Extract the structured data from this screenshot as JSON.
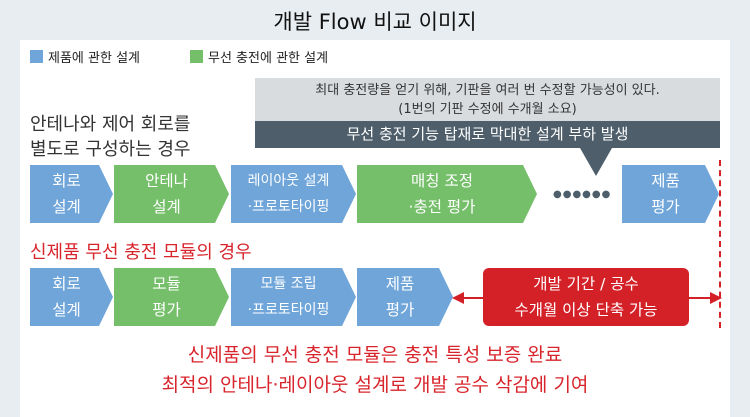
{
  "title": "개발 Flow 비교 이미지",
  "legend": [
    {
      "label": "제품에 관한 설계",
      "color": "#6fa5d9"
    },
    {
      "label": "무선 충전에 관한 설계",
      "color": "#76bf6a"
    }
  ],
  "callout": {
    "line1": "최대 충전량을 얻기 위해, 기판을 여러 번 수정할 가능성이 있다.",
    "line2": "(1번의 기판 수정에 수개월 소요)",
    "banner": "무선 충전 기능 탑재로 막대한 설계 부하 발생"
  },
  "row1": {
    "heading1": "안테나와 제어 회로를",
    "heading2": "별도로 구성하는 경우",
    "steps": [
      {
        "l1": "회로",
        "l2": "설계"
      },
      {
        "l1": "안테나",
        "l2": "설계"
      },
      {
        "l1": "레이아웃 설계",
        "l2": "·프로토타이핑"
      },
      {
        "l1": "매칭 조정",
        "l2": "·충전 평가"
      },
      {
        "l1": "제품",
        "l2": "평가"
      }
    ],
    "dots": "●●●●●●"
  },
  "row2": {
    "heading": "신제품 무선 충전 모듈의 경우",
    "steps": [
      {
        "l1": "회로",
        "l2": "설계"
      },
      {
        "l1": "모듈",
        "l2": "평가"
      },
      {
        "l1": "모듈 조립",
        "l2": "·프로토타이핑"
      },
      {
        "l1": "제품",
        "l2": "평가"
      }
    ],
    "result1": "개발 기간 / 공수",
    "result2": "수개월 이상 단축 가능"
  },
  "footer": {
    "line1": "신제품의 무선 충전 모듈은 충전 특성 보증 완료",
    "line2": "최적의 안테나·레이아웃 설계로 개발 공수 삭감에 기여"
  }
}
